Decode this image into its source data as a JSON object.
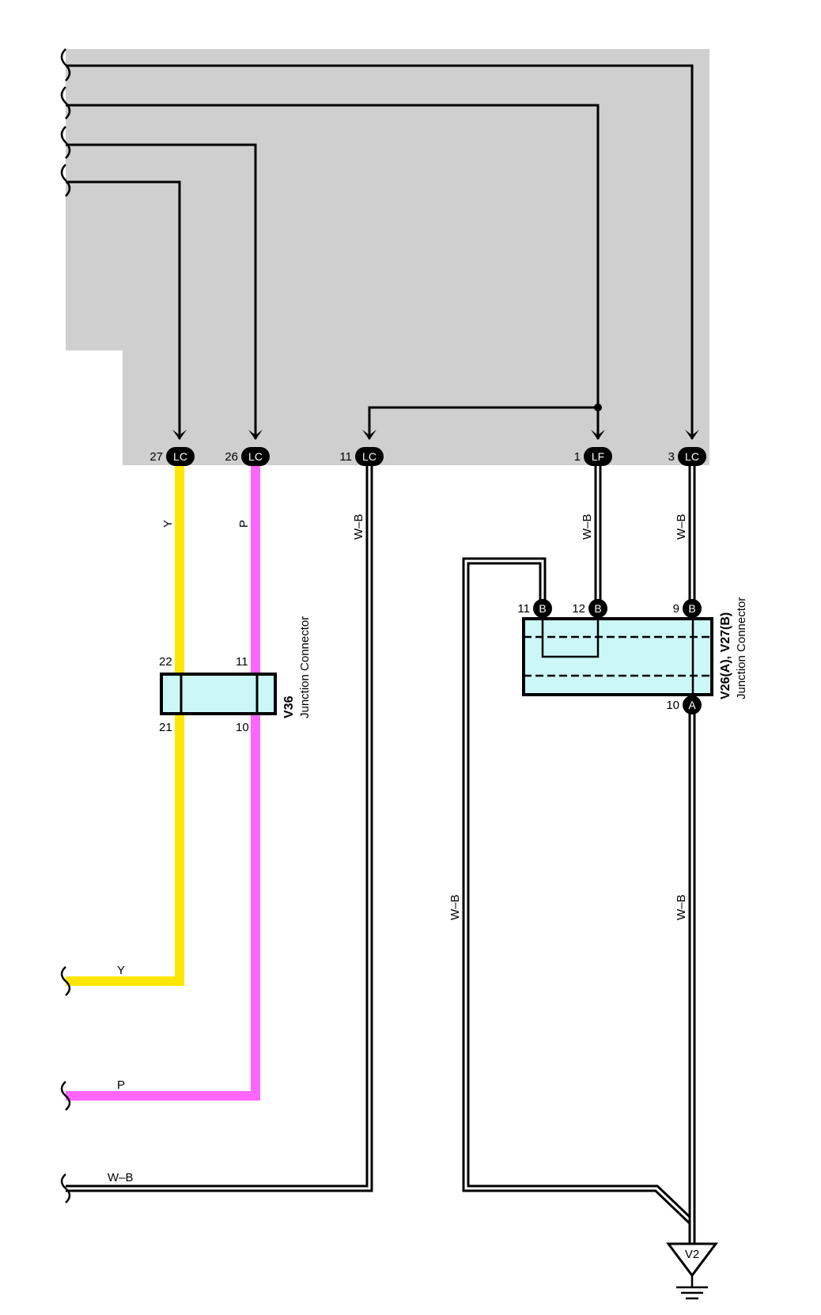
{
  "connectors_top": [
    {
      "pin": "27",
      "code": "LC"
    },
    {
      "pin": "26",
      "code": "LC"
    },
    {
      "pin": "11",
      "code": "LC"
    },
    {
      "pin": "1",
      "code": "LF"
    },
    {
      "pin": "3",
      "code": "LC"
    }
  ],
  "wire_labels": {
    "yellow_vertical": "Y",
    "pink_vertical": "P",
    "wb_pin11": "W–B",
    "wb_pin1": "W–B",
    "wb_pin3": "W–B",
    "wb_loop": "W–B",
    "wb_bottom": "W–B",
    "yellow_bottom": "Y",
    "pink_bottom": "P",
    "wb_left": "W–B"
  },
  "v36": {
    "name": "V36",
    "subtitle": "Junction Connector",
    "pins": {
      "top_left": "22",
      "top_right": "11",
      "bottom_left": "21",
      "bottom_right": "10"
    }
  },
  "v26": {
    "name": "V26(A), V27(B)",
    "subtitle": "Junction Connector",
    "pins": [
      {
        "num": "11",
        "code": "B"
      },
      {
        "num": "12",
        "code": "B"
      },
      {
        "num": "9",
        "code": "B"
      },
      {
        "num": "10",
        "code": "A"
      }
    ]
  },
  "ground": {
    "label": "V2"
  },
  "colors": {
    "gray_panel": "#cfcfcf",
    "yellow_wire": "#ffe600",
    "pink_wire": "#ff66ff",
    "connector_fill": "#ccf7f7"
  }
}
